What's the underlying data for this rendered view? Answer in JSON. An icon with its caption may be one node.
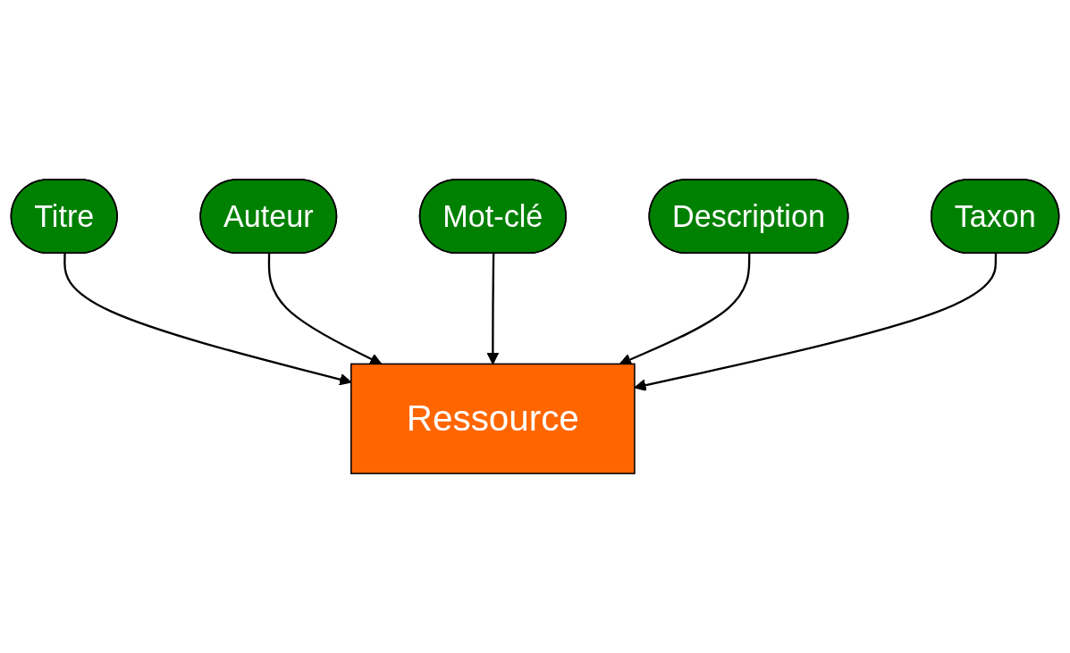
{
  "diagram": {
    "nodes": [
      {
        "text": [
          "Titre"
        ]
      },
      {
        "text": [
          "Auteur"
        ]
      },
      {
        "text": [
          "Mot-clé"
        ]
      },
      {
        "text": [
          "Ressource"
        ]
      },
      {
        "text": [
          "Description"
        ]
      },
      {
        "text": [
          "Taxon"
        ]
      }
    ],
    "edges": [
      {
        "from": 0,
        "to": 3,
        "arrow": "to"
      },
      {
        "from": 1,
        "to": 3,
        "arrow": "to"
      },
      {
        "from": 2,
        "to": 3,
        "arrow": "to"
      },
      {
        "from": 4,
        "to": 3,
        "arrow": "to"
      },
      {
        "from": 5,
        "to": 3,
        "arrow": "to"
      }
    ]
  }
}
